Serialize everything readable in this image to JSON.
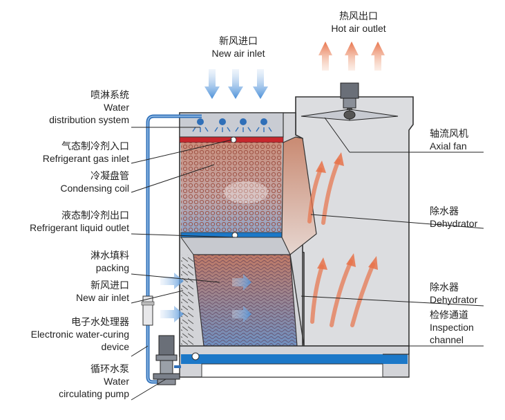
{
  "labels": {
    "hot_air_outlet": {
      "zh": "热风出口",
      "en": "Hot air outlet"
    },
    "new_air_inlet_top": {
      "zh": "新风进口",
      "en": "New air inlet"
    },
    "water_distribution": {
      "zh": "喷淋系统",
      "en1": "Water",
      "en2": "distribution system"
    },
    "refrigerant_gas_inlet": {
      "zh": "气态制冷剂入口",
      "en": "Refrigerant gas inlet"
    },
    "condensing_coil": {
      "zh": "冷凝盘管",
      "en": "Condensing coil"
    },
    "refrigerant_liquid_outlet": {
      "zh": "液态制冷剂出口",
      "en": "Refrigerant liquid outlet"
    },
    "packing": {
      "zh": "淋水填料",
      "en": "packing"
    },
    "new_air_inlet_side": {
      "zh": "新风进口",
      "en": "New air inlet"
    },
    "electronic_water_curing": {
      "zh": "电子水处理器",
      "en1": "Electronic water-curing",
      "en2": "device"
    },
    "water_pump": {
      "zh": "循环水泵",
      "en1": "Water",
      "en2": "circulating pump"
    },
    "axial_fan": {
      "zh": "轴流风机",
      "en": "Axial  fan"
    },
    "dehydrator_1": {
      "zh": "除水器",
      "en": "Dehydrator"
    },
    "dehydrator_2": {
      "zh": "除水器",
      "en": "Dehydrator"
    },
    "inspection_channel": {
      "zh": "检修通道",
      "en1": "Inspection",
      "en2": "channel"
    }
  },
  "colors": {
    "housing": "#dcdde0",
    "outline": "#333333",
    "pipe": "#2f6fb8",
    "basin_water": "#1c78c8",
    "refrigerant_header": "#c8272d",
    "hot_air": "#e8734a",
    "cold_air": "#4a8fd8"
  }
}
